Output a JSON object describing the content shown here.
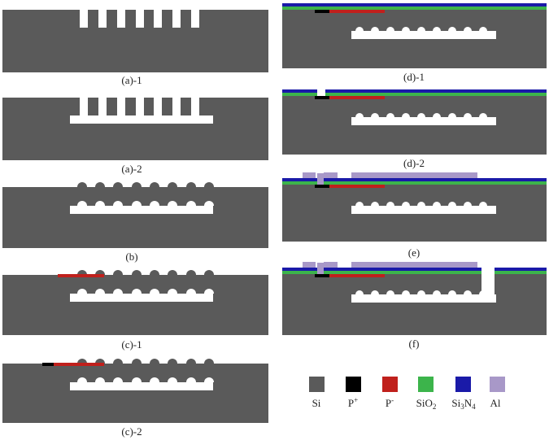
{
  "colors": {
    "si": "#5a5a5a",
    "p_plus": "#000000",
    "p_minus": "#c0201c",
    "sio2": "#3cb44b",
    "si3n4": "#1a1aa8",
    "al": "#a898c8",
    "cavity": "#ffffff"
  },
  "panels": [
    {
      "id": "a1",
      "caption": "(a)-1"
    },
    {
      "id": "a2",
      "caption": "(a)-2"
    },
    {
      "id": "b",
      "caption": "(b)"
    },
    {
      "id": "c1",
      "caption": "(c)-1"
    },
    {
      "id": "c2",
      "caption": "(c)-2"
    },
    {
      "id": "d1",
      "caption": "(d)-1"
    },
    {
      "id": "d2",
      "caption": "(d)-2"
    },
    {
      "id": "e",
      "caption": "(e)"
    },
    {
      "id": "f",
      "caption": "(f)"
    }
  ],
  "legend": [
    {
      "key": "si",
      "label": "Si",
      "color_key": "si"
    },
    {
      "key": "p_plus",
      "label": "P",
      "sup": "+",
      "color_key": "p_plus"
    },
    {
      "key": "p_minus",
      "label": "P",
      "sup": "-",
      "color_key": "p_minus"
    },
    {
      "key": "sio2",
      "label": "SiO",
      "sub": "2",
      "color_key": "sio2"
    },
    {
      "key": "si3n4",
      "label": "Si",
      "sub": "3",
      "label2": "N",
      "sub2": "4",
      "color_key": "si3n4"
    },
    {
      "key": "al",
      "label": "Al",
      "color_key": "al"
    }
  ]
}
